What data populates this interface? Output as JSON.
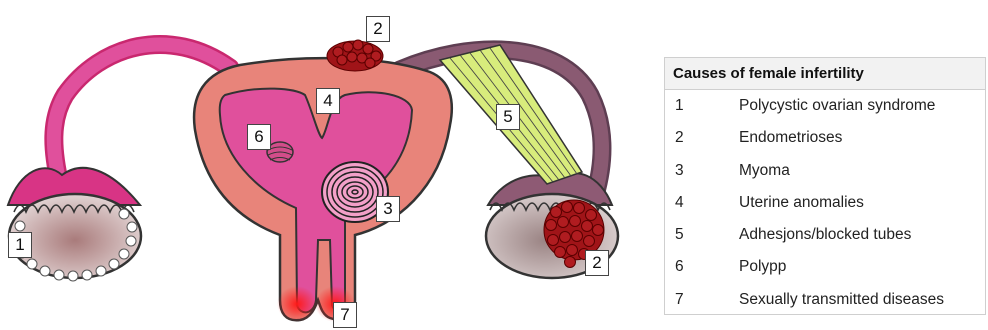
{
  "legend": {
    "title": "Causes of female infertility",
    "items": [
      {
        "number": "1",
        "label": "Polycystic ovarian syndrome"
      },
      {
        "number": "2",
        "label": "Endometrioses"
      },
      {
        "number": "3",
        "label": "Myoma"
      },
      {
        "number": "4",
        "label": "Uterine anomalies"
      },
      {
        "number": "5",
        "label": "Adhesjons/blocked tubes"
      },
      {
        "number": "6",
        "label": "Polypp"
      },
      {
        "number": "7",
        "label": "Sexually transmitted diseases"
      }
    ]
  },
  "callouts": [
    "1",
    "2",
    "2",
    "3",
    "4",
    "5",
    "6",
    "7"
  ],
  "colors": {
    "uterus_outer": "#e8847a",
    "uterine_cavity": "#e0509c",
    "left_tube": "#d02c7c",
    "right_tube": "#8a5a72",
    "ovary": "#b09a9a",
    "endometriosis": "#b01c20",
    "blocked_tube": "#d8ec7c",
    "infection": "#ff2020"
  }
}
